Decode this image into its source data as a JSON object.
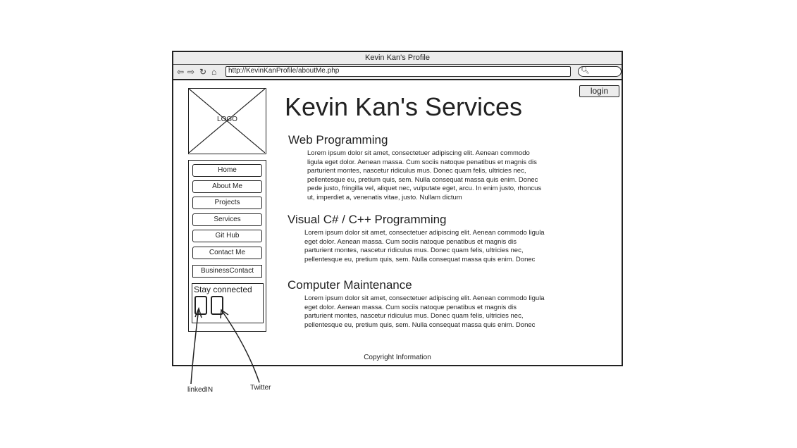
{
  "browser": {
    "title": "Kevin Kan's Profile",
    "url": "http://KevinKanProfile/aboutMe.php",
    "icons": [
      "back-arrow-icon",
      "forward-arrow-icon",
      "refresh-icon",
      "home-icon",
      "search-icon"
    ]
  },
  "header": {
    "login_label": "login",
    "logo_label": "LOGO",
    "page_title": "Kevin Kan's Services"
  },
  "sidebar": {
    "items": [
      {
        "label": "Home"
      },
      {
        "label": "About Me"
      },
      {
        "label": "Projects"
      },
      {
        "label": "Services"
      },
      {
        "label": "Git Hub"
      },
      {
        "label": "Contact Me"
      },
      {
        "label": "BusinessContact"
      }
    ],
    "stay_connected": "Stay connected"
  },
  "sections": [
    {
      "title": "Web Programming",
      "text": "Lorem ipsum dolor sit amet, consectetuer adipiscing elit. Aenean commodo ligula eget dolor. Aenean massa. Cum sociis natoque penatibus et magnis dis parturient montes, nascetur ridiculus mus. Donec quam felis, ultricies nec, pellentesque eu, pretium quis, sem. Nulla consequat massa quis enim. Donec pede justo, fringilla vel, aliquet nec, vulputate eget, arcu. In enim justo, rhoncus ut, imperdiet a, venenatis vitae, justo. Nullam dictum"
    },
    {
      "title": "Visual C# / C++ Programming",
      "text": "Lorem ipsum dolor sit amet, consectetuer adipiscing elit. Aenean commodo ligula eget dolor. Aenean massa. Cum sociis natoque penatibus et magnis dis parturient montes, nascetur ridiculus mus. Donec quam felis, ultricies nec, pellentesque eu, pretium quis, sem. Nulla consequat massa quis enim. Donec"
    },
    {
      "title": "Computer Maintenance",
      "text": "Lorem ipsum dolor sit amet, consectetuer adipiscing elit. Aenean commodo ligula eget dolor. Aenean massa. Cum sociis natoque penatibus et magnis dis parturient montes, nascetur ridiculus mus. Donec quam felis, ultricies nec, pellentesque eu, pretium quis, sem. Nulla consequat massa quis enim. Donec"
    }
  ],
  "footer": {
    "text": "Copyright Information"
  },
  "annotations": {
    "linkedin": "linkedIN",
    "twitter": "Twitter"
  }
}
